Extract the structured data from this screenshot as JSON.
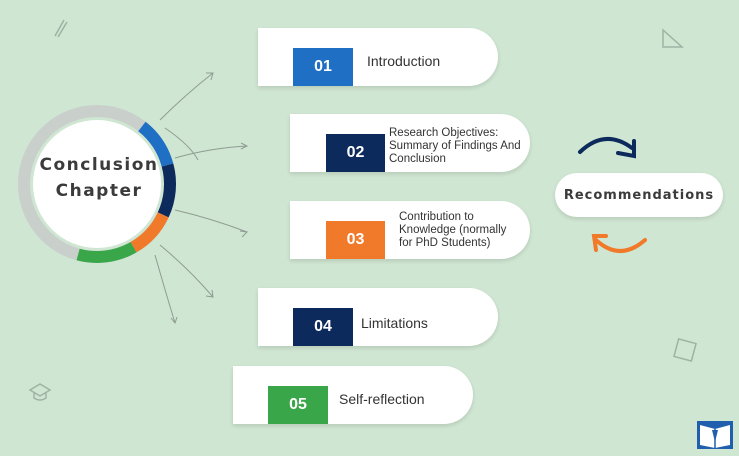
{
  "center": {
    "line1": "Conclusion",
    "line2": "Chapter"
  },
  "items": [
    {
      "num": "01",
      "label": "Introduction",
      "color": "#1f6fc4"
    },
    {
      "num": "02",
      "label": "Research Objectives: Summary of Findings And Conclusion",
      "color": "#0d2a5c"
    },
    {
      "num": "03",
      "label": "Contribution to Knowledge (normally for PhD Students)",
      "color": "#f07a2a"
    },
    {
      "num": "04",
      "label": "Limitations",
      "color": "#0d2a5c"
    },
    {
      "num": "05",
      "label": "Self-reflection",
      "color": "#3aa64a"
    }
  ],
  "recommendations": "Recommendations",
  "colors": {
    "background": "#cfe6d2",
    "ring": "#c9cfcb",
    "arrow_top": "#0d2a5c",
    "arrow_bottom": "#f07a2a",
    "pointer_lines": "#8f9c93"
  },
  "icons": [
    "pencil-icon",
    "triangle-ruler-icon",
    "graduation-cap-icon",
    "notebook-icon",
    "book-pen-logo-icon"
  ]
}
